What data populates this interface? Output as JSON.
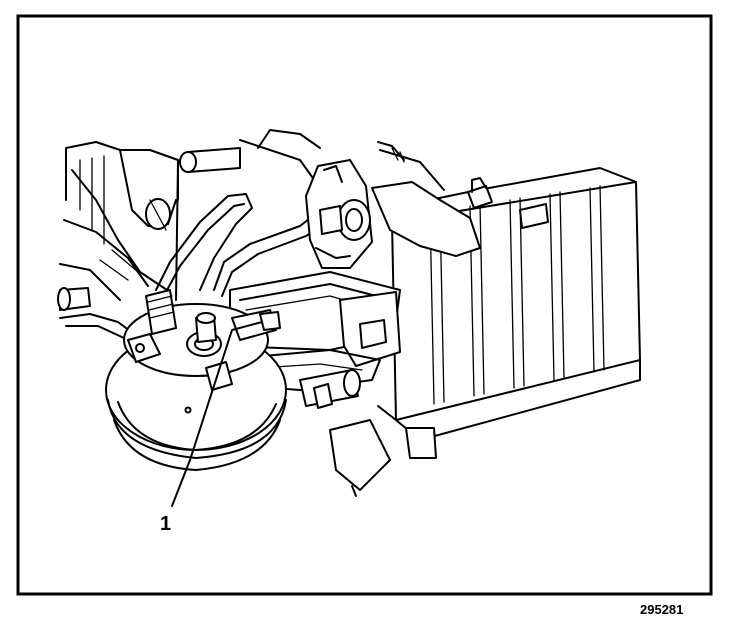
{
  "figure": {
    "callouts": [
      {
        "label": "1",
        "target": "vacuum-fitting"
      }
    ],
    "figure_id": "295281"
  }
}
